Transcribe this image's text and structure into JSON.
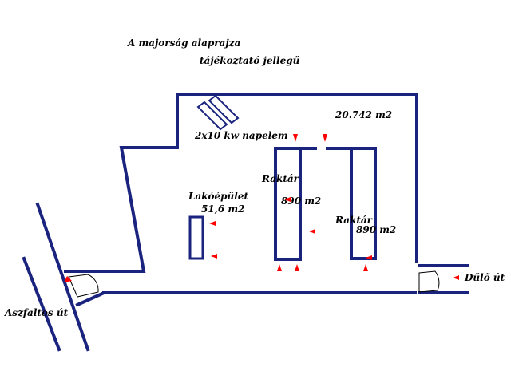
{
  "plan": {
    "title": "A majorság alaprajza",
    "subtitle": "tájékoztató jellegű",
    "area_label": "20.742 m2",
    "solar_label": "2x10 kw napelem",
    "residential_label": "Lakóépület",
    "residential_area": "51,6 m2",
    "warehouse1_label": "Raktár",
    "warehouse1_area": "890 m2",
    "warehouse2_label": "Raktár",
    "warehouse2_area": "890 m2",
    "road_right_label": "Dűlő út",
    "road_left_label": "Aszfaltos út"
  },
  "colors": {
    "wall": "#1a237e",
    "arrow": "#ff0000",
    "text": "#000000"
  }
}
